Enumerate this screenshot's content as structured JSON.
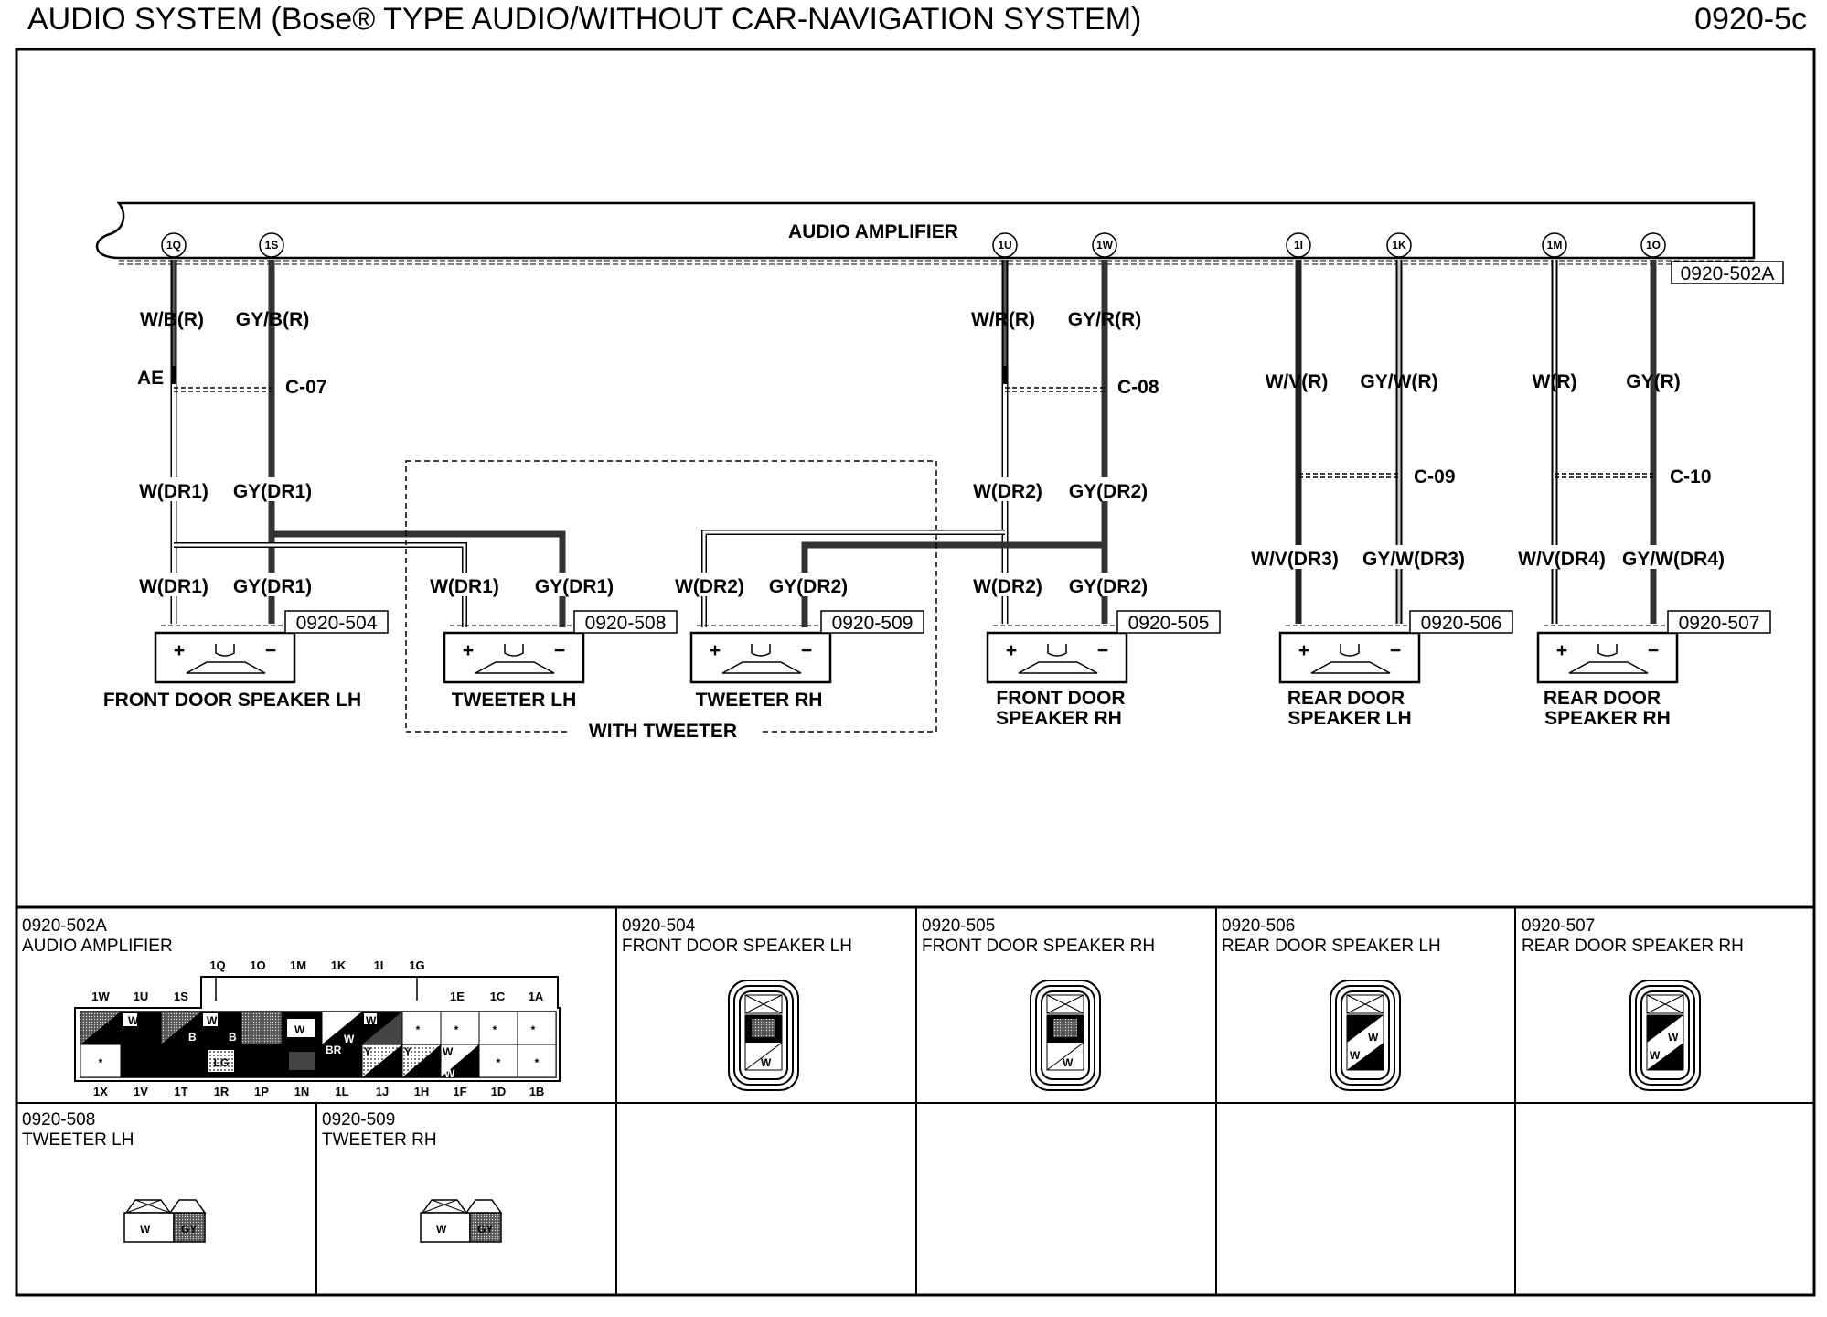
{
  "header": {
    "title": "AUDIO SYSTEM (Bose® TYPE AUDIO/WITHOUT CAR-NAVIGATION SYSTEM)",
    "page": "0920-5c"
  },
  "schematic": {
    "amplifier_label": "AUDIO AMPLIFIER",
    "amplifier_ref": "0920-502A",
    "amp_pins": [
      "1Q",
      "1S",
      "1U",
      "1W",
      "1I",
      "1K",
      "1M",
      "1O"
    ],
    "wire_upper": [
      "W/B(R)",
      "GY/B(R)",
      "W/R(R)",
      "GY/R(R)",
      "W/V(R)",
      "GY/W(R)",
      "W(R)",
      "GY(R)"
    ],
    "splice_ae": "AE",
    "joints": [
      "C-07",
      "C-08",
      "C-09",
      "C-10"
    ],
    "wire_mid": [
      "W(DR1)",
      "GY(DR1)",
      "W(DR2)",
      "GY(DR2)"
    ],
    "wire_lower": [
      "W(DR1)",
      "GY(DR1)",
      "W(DR1)",
      "GY(DR1)",
      "W(DR2)",
      "GY(DR2)",
      "W(DR2)",
      "GY(DR2)",
      "W/V(DR3)",
      "GY/W(DR3)",
      "W/V(DR4)",
      "GY/W(DR4)"
    ],
    "speaker_refs": [
      "0920-504",
      "0920-508",
      "0920-509",
      "0920-505",
      "0920-506",
      "0920-507"
    ],
    "speakers": [
      "FRONT DOOR SPEAKER LH",
      "TWEETER LH",
      "TWEETER RH",
      "FRONT DOOR",
      "SPEAKER RH",
      "REAR DOOR",
      "SPEAKER LH",
      "REAR DOOR",
      "SPEAKER RH"
    ],
    "tweeter_group": "WITH TWEETER",
    "plus": "+",
    "minus": "−"
  },
  "connectors": {
    "panels": [
      {
        "id": "0920-502A",
        "name": "AUDIO AMPLIFIER"
      },
      {
        "id": "0920-504",
        "name": "FRONT DOOR SPEAKER LH"
      },
      {
        "id": "0920-505",
        "name": "FRONT DOOR SPEAKER RH"
      },
      {
        "id": "0920-506",
        "name": "REAR DOOR SPEAKER LH"
      },
      {
        "id": "0920-507",
        "name": "REAR DOOR SPEAKER RH"
      },
      {
        "id": "0920-508",
        "name": "TWEETER LH"
      },
      {
        "id": "0920-509",
        "name": "TWEETER RH"
      }
    ],
    "amp_top_pins": [
      "1Q",
      "1O",
      "1M",
      "1K",
      "1I",
      "1G"
    ],
    "amp_side_pins": [
      "1W",
      "1U",
      "1S",
      "1E",
      "1C",
      "1A"
    ],
    "amp_bottom_pins": [
      "1X",
      "1V",
      "1T",
      "1R",
      "1P",
      "1N",
      "1L",
      "1J",
      "1H",
      "1F",
      "1D",
      "1B"
    ],
    "cell_texts": [
      "W",
      "B",
      "W",
      "B",
      "W",
      "W",
      "W",
      "W",
      "*",
      "*",
      "*",
      "*",
      "*",
      "LG",
      "BR",
      "Y",
      "Y",
      "W",
      "*",
      "*"
    ],
    "speaker_pin_texts": [
      "W",
      "W",
      "W",
      "W",
      "W",
      "W"
    ],
    "tweeter_pin_texts": [
      "W",
      "GY",
      "W",
      "GY"
    ]
  }
}
